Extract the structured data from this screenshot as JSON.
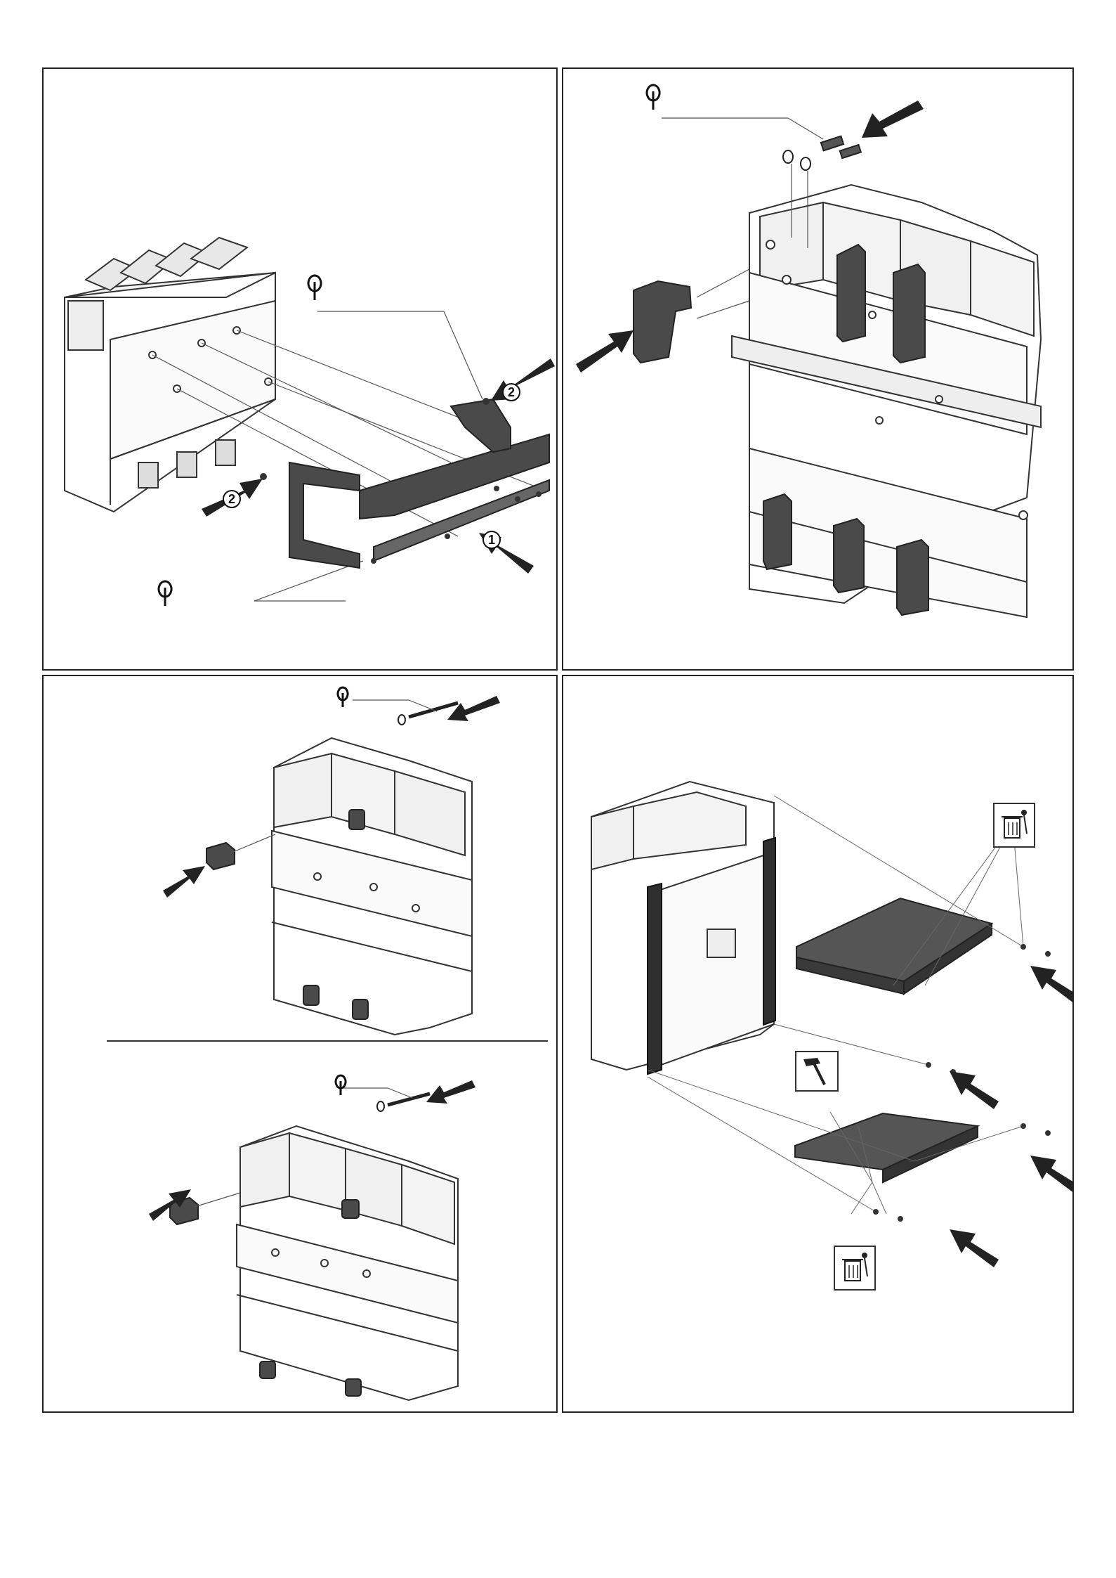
{
  "panels": [
    {
      "id": "top-left",
      "step_labels": [
        "2",
        "2",
        "1"
      ]
    },
    {
      "id": "top-right",
      "step_labels": []
    },
    {
      "id": "bottom-left",
      "step_labels": []
    },
    {
      "id": "bottom-right",
      "step_labels": []
    }
  ],
  "icons": {
    "torque_symbol": "tool-symbol",
    "bin_symbol": "recycle-bin-icon",
    "hammer_symbol": "hammer-icon",
    "arrow": "push-arrow"
  },
  "colors": {
    "frame": "#222222",
    "part_fill": "#4a4a4a",
    "line": "#333333"
  }
}
